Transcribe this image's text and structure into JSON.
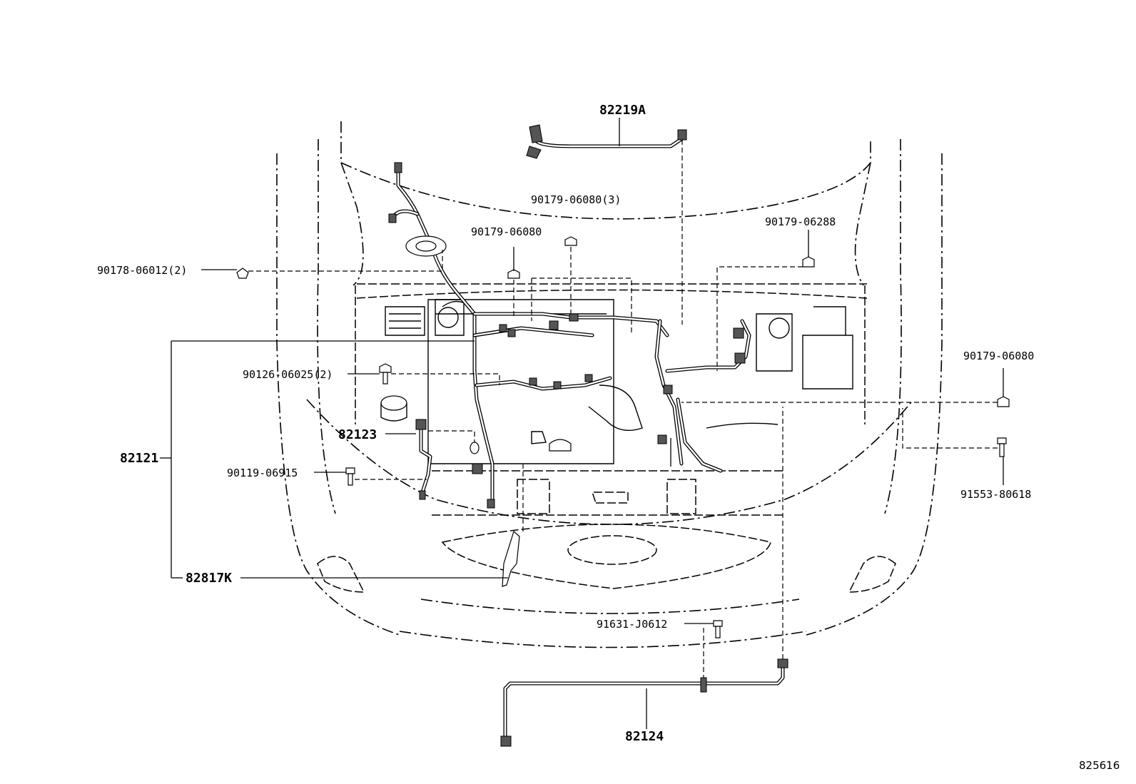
{
  "labels": {
    "p82219A": "82219A",
    "p90179_06080_3": "90179-06080(3)",
    "p90179_06288": "90179-06288",
    "p90179_06080_top": "90179-06080",
    "p90178_06012_2": "90178-06012(2)",
    "p90126_06025_2": "90126-06025(2)",
    "p82123": "82123",
    "p82121": "82121",
    "p90119_06915": "90119-06915",
    "p82817K": "82817K",
    "p90179_06080_right": "90179-06080",
    "p91553_80618": "91553-80618",
    "p91631_J0612": "91631-J0612",
    "p82124": "82124"
  },
  "reference_number": "825616"
}
